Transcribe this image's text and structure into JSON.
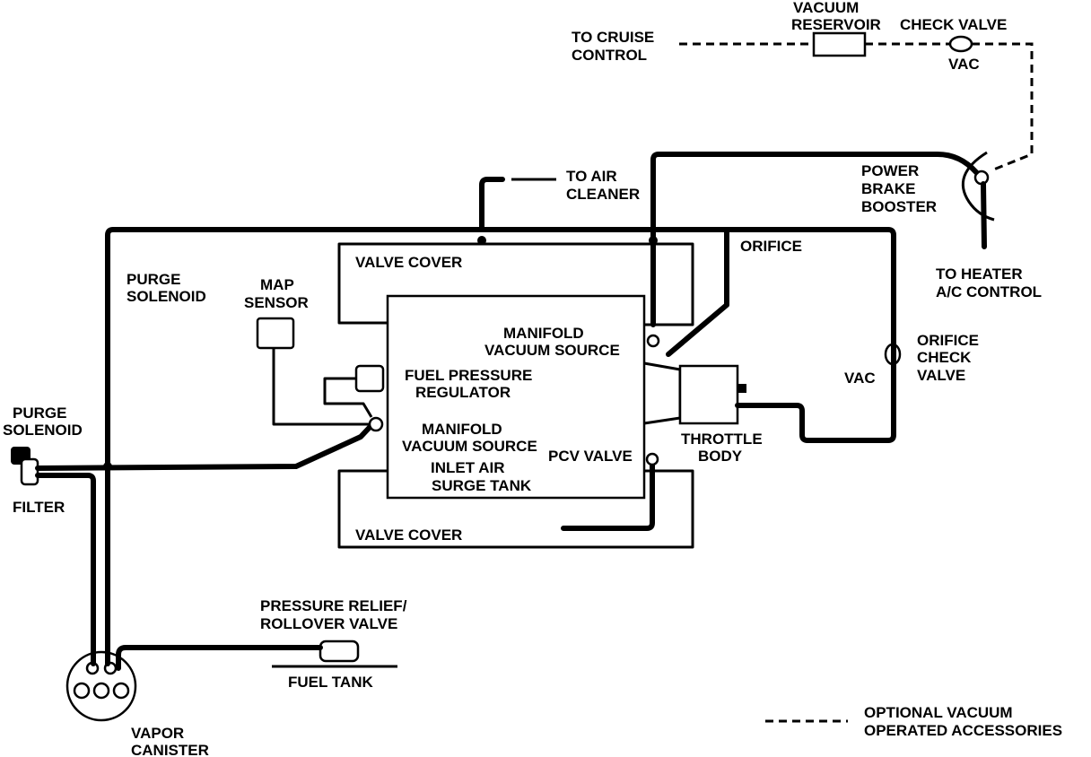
{
  "labels": {
    "vacuum_reservoir": [
      "VACUUM",
      "RESERVOIR"
    ],
    "check_valve": "CHECK VALVE",
    "vac_top": "VAC",
    "to_cruise_control": [
      "TO CRUISE",
      "CONTROL"
    ],
    "to_air_cleaner": [
      "TO AIR",
      "CLEANER"
    ],
    "power_brake_booster": [
      "POWER",
      "BRAKE",
      "BOOSTER"
    ],
    "to_heater_ac_control": [
      "TO HEATER",
      "A/C CONTROL"
    ],
    "orifice": "ORIFICE",
    "orifice_check_valve": [
      "ORIFICE",
      "CHECK",
      "VALVE"
    ],
    "vac_right": "VAC",
    "valve_cover_top": "VALVE COVER",
    "valve_cover_bottom": "VALVE COVER",
    "purge_solenoid_inner": [
      "PURGE",
      "SOLENOID"
    ],
    "map_sensor": [
      "MAP",
      "SENSOR"
    ],
    "manifold_vacuum_source_upper": [
      "MANIFOLD",
      "VACUUM SOURCE"
    ],
    "fuel_pressure_regulator": [
      "FUEL PRESSURE",
      "REGULATOR"
    ],
    "manifold_vacuum_source_lower": [
      "MANIFOLD",
      "VACUUM SOURCE"
    ],
    "pcv_valve": "PCV VALVE",
    "inlet_air_surge_tank": [
      "INLET AIR",
      "SURGE TANK"
    ],
    "throttle_body": [
      "THROTTLE",
      "BODY"
    ],
    "purge_solenoid_left": [
      "PURGE",
      "SOLENOID"
    ],
    "filter": "FILTER",
    "pressure_relief": [
      "PRESSURE RELIEF/",
      "ROLLOVER VALVE"
    ],
    "fuel_tank": "FUEL TANK",
    "vapor_canister": [
      "VAPOR",
      "CANISTER"
    ],
    "legend_optional": [
      "OPTIONAL VACUUM",
      "OPERATED ACCESSORIES"
    ]
  }
}
